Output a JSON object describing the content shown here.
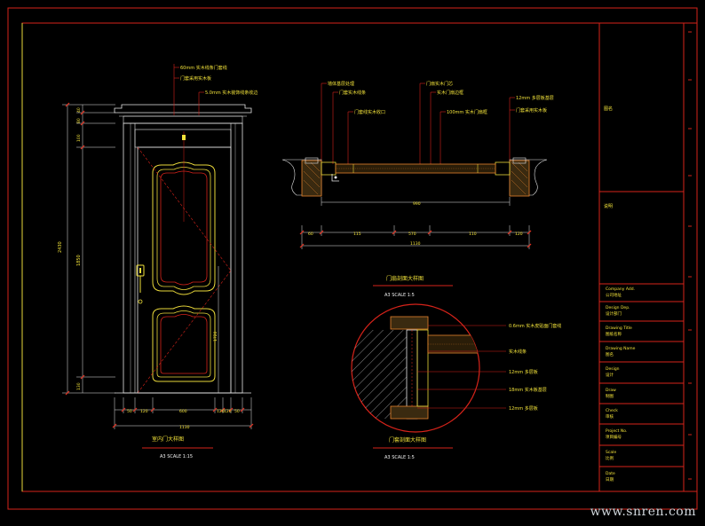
{
  "door_elevation": {
    "dims": {
      "total_height": "2430",
      "middle_height": "1850",
      "top_a": "40",
      "top_b": "80",
      "top_c": "100",
      "bottom": "130",
      "right_side": "1720",
      "width_parts": [
        "50",
        "120",
        "600",
        "120",
        "120",
        "50"
      ],
      "total_width": "1130"
    },
    "callouts": [
      "60mm 实木线条门套线",
      "门套采用实木板",
      "5.0mm 实木装饰线条收边"
    ],
    "title": "室内门大样图",
    "scale": "A3  SCALE  1:15"
  },
  "section_plan": {
    "callouts_top": [
      "墙体基层处理",
      "门套实木线条",
      "门扇实木门芯",
      "实木门扇边框",
      "12mm 多层板基层",
      "门套采用实木板"
    ],
    "callouts_second": [
      "门套线实木收口",
      "100mm 实木门扇框"
    ],
    "dims_row1": [
      "60",
      "115",
      "570",
      "110",
      "120"
    ],
    "dims_row1_total": "990",
    "dims_row2": "1130",
    "title": "门扇剖面大样图",
    "scale": "A3  SCALE  1:5"
  },
  "detail": {
    "callouts": [
      "0.6mm 实木皮贴面门套线",
      "实木线条",
      "12mm 多层板",
      "18mm 实木板基层",
      "12mm 多层板"
    ],
    "title": "门套剖面大样图",
    "scale": "A3  SCALE  1:5"
  },
  "title_block": {
    "rows": [
      {
        "en": "",
        "cn": "图名"
      },
      {
        "en": "",
        "cn": "说明"
      },
      {
        "en": "Company Add.",
        "cn": "公司地址"
      },
      {
        "en": "Design  Dep.",
        "cn": "设计部门"
      },
      {
        "en": "Drawing  Title",
        "cn": "图纸名称"
      },
      {
        "en": "Drawing  Name",
        "cn": "图名"
      },
      {
        "en": "Design",
        "cn": "设计"
      },
      {
        "en": "Draw",
        "cn": "制图"
      },
      {
        "en": "Check",
        "cn": "审核"
      },
      {
        "en": "Project  No.",
        "cn": "项目编号"
      },
      {
        "en": "Scale",
        "cn": "比例"
      },
      {
        "en": "Date",
        "cn": "日期"
      }
    ]
  },
  "watermark": "www.snren.com",
  "colors": {
    "background": "#000000",
    "frame": "#d6231a",
    "text": "#f2e23a",
    "detail": "#e5832c"
  }
}
